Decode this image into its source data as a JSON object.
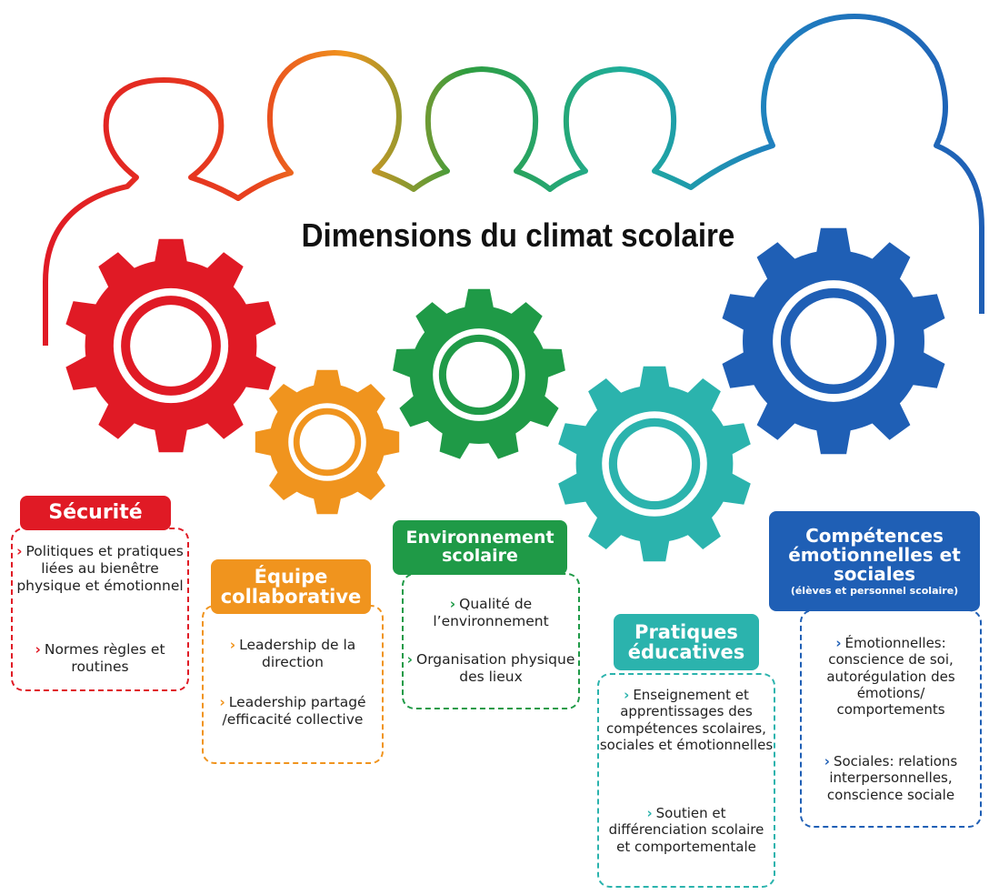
{
  "title": "Dimensions du climat scolaire",
  "colors": {
    "red": "#e01a25",
    "orange": "#f0941e",
    "green": "#1f9a47",
    "teal": "#2bb3ad",
    "blue": "#1f5fb5"
  },
  "chevron": "›",
  "dimensions": [
    {
      "name": "Sécurité",
      "items": [
        "Politiques et pratiques liées au bienêtre physique et émotionnel",
        "Normes règles et routines"
      ]
    },
    {
      "name": "Équipe collaborative",
      "items": [
        "Leadership de la direction",
        "Leadership partagé /efficacité collective"
      ]
    },
    {
      "name": "Environnement scolaire",
      "items": [
        "Qualité de l’environnement",
        "Organisation physique des lieux"
      ]
    },
    {
      "name": "Pratiques éducatives",
      "items": [
        "Enseignement et apprentissages des compétences scolaires, sociales et émotionnelles",
        "Soutien et différenciation scolaire et comportementale"
      ]
    },
    {
      "name": "Compétences émotionnelles et sociales",
      "subtitle": "(élèves et personnel scolaire)",
      "items": [
        "Émotionnelles: conscience de soi, autorégulation des émotions/ comportements",
        "Sociales: relations interpersonnelles, conscience sociale"
      ]
    }
  ]
}
